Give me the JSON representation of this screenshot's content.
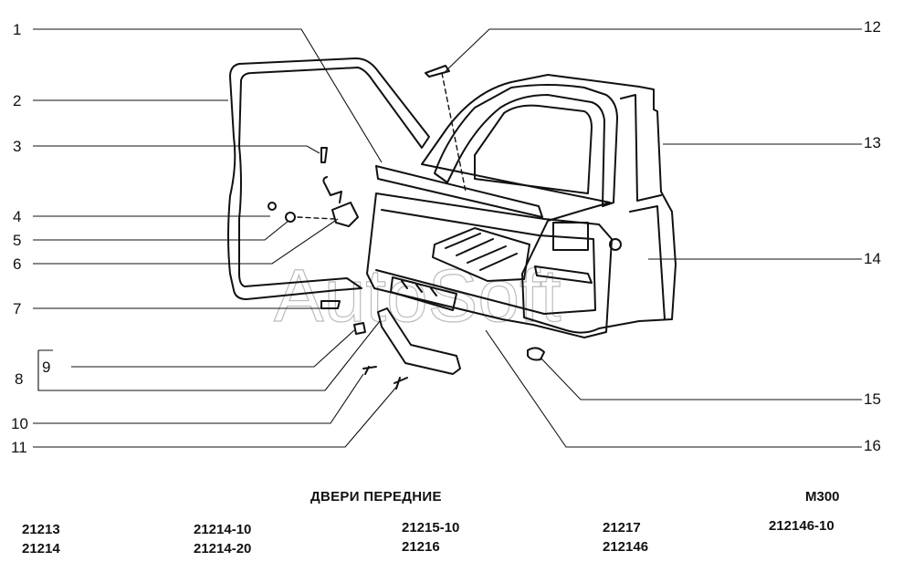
{
  "watermark": "AutoSoft",
  "title": "ДВЕРИ ПЕРЕДНИЕ",
  "code": "М300",
  "callouts": [
    "1",
    "2",
    "3",
    "4",
    "5",
    "6",
    "7",
    "8",
    "9",
    "10",
    "11",
    "12",
    "13",
    "14",
    "15",
    "16"
  ],
  "models": [
    [
      "21213",
      "21214"
    ],
    [
      "21214-10",
      "21214-20"
    ],
    [
      "21215-10",
      "21216"
    ],
    [
      "21217",
      "212146"
    ],
    [
      "212146-10"
    ]
  ]
}
